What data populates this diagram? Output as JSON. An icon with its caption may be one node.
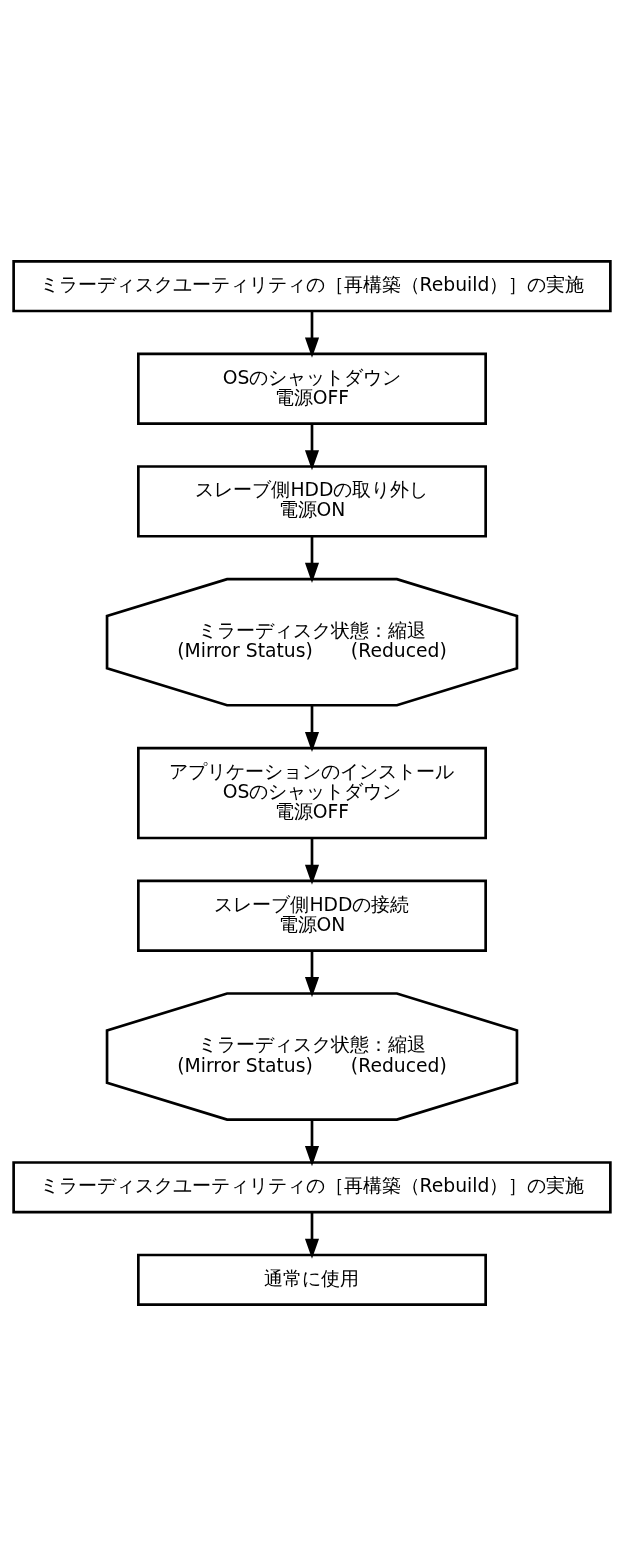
{
  "diagram": {
    "nodes": [
      {
        "text": [
          "ミラーディスクユーティリティの［再構築（Rebuild）］の実施"
        ]
      },
      {
        "text": [
          "OSのシャットダウン",
          "電源OFF"
        ]
      },
      {
        "text": [
          "スレーブ側HDDの取り外し",
          "電源ON"
        ]
      },
      {
        "text": [
          "ミラーディスク状態：縮退",
          "(Mirror Status)　　(Reduced)"
        ]
      },
      {
        "text": [
          "アプリケーションのインストール",
          "OSのシャットダウン",
          "電源OFF"
        ]
      },
      {
        "text": [
          "スレーブ側HDDの接続",
          "電源ON"
        ]
      },
      {
        "text": [
          "ミラーディスク状態：縮退",
          "(Mirror Status)　　(Reduced)"
        ]
      },
      {
        "text": [
          "ミラーディスクユーティリティの［再構築（Rebuild）］の実施"
        ]
      },
      {
        "text": [
          "通常に使用"
        ]
      }
    ],
    "edges": [
      {
        "from": 0,
        "to": 1,
        "arrow": "to"
      },
      {
        "from": 1,
        "to": 2,
        "arrow": "to"
      },
      {
        "from": 2,
        "to": 3,
        "arrow": "to"
      },
      {
        "from": 3,
        "to": 4,
        "arrow": "to"
      },
      {
        "from": 4,
        "to": 5,
        "arrow": "to"
      },
      {
        "from": 5,
        "to": 6,
        "arrow": "to"
      },
      {
        "from": 6,
        "to": 7,
        "arrow": "to"
      },
      {
        "from": 7,
        "to": 8,
        "arrow": "to"
      }
    ]
  }
}
